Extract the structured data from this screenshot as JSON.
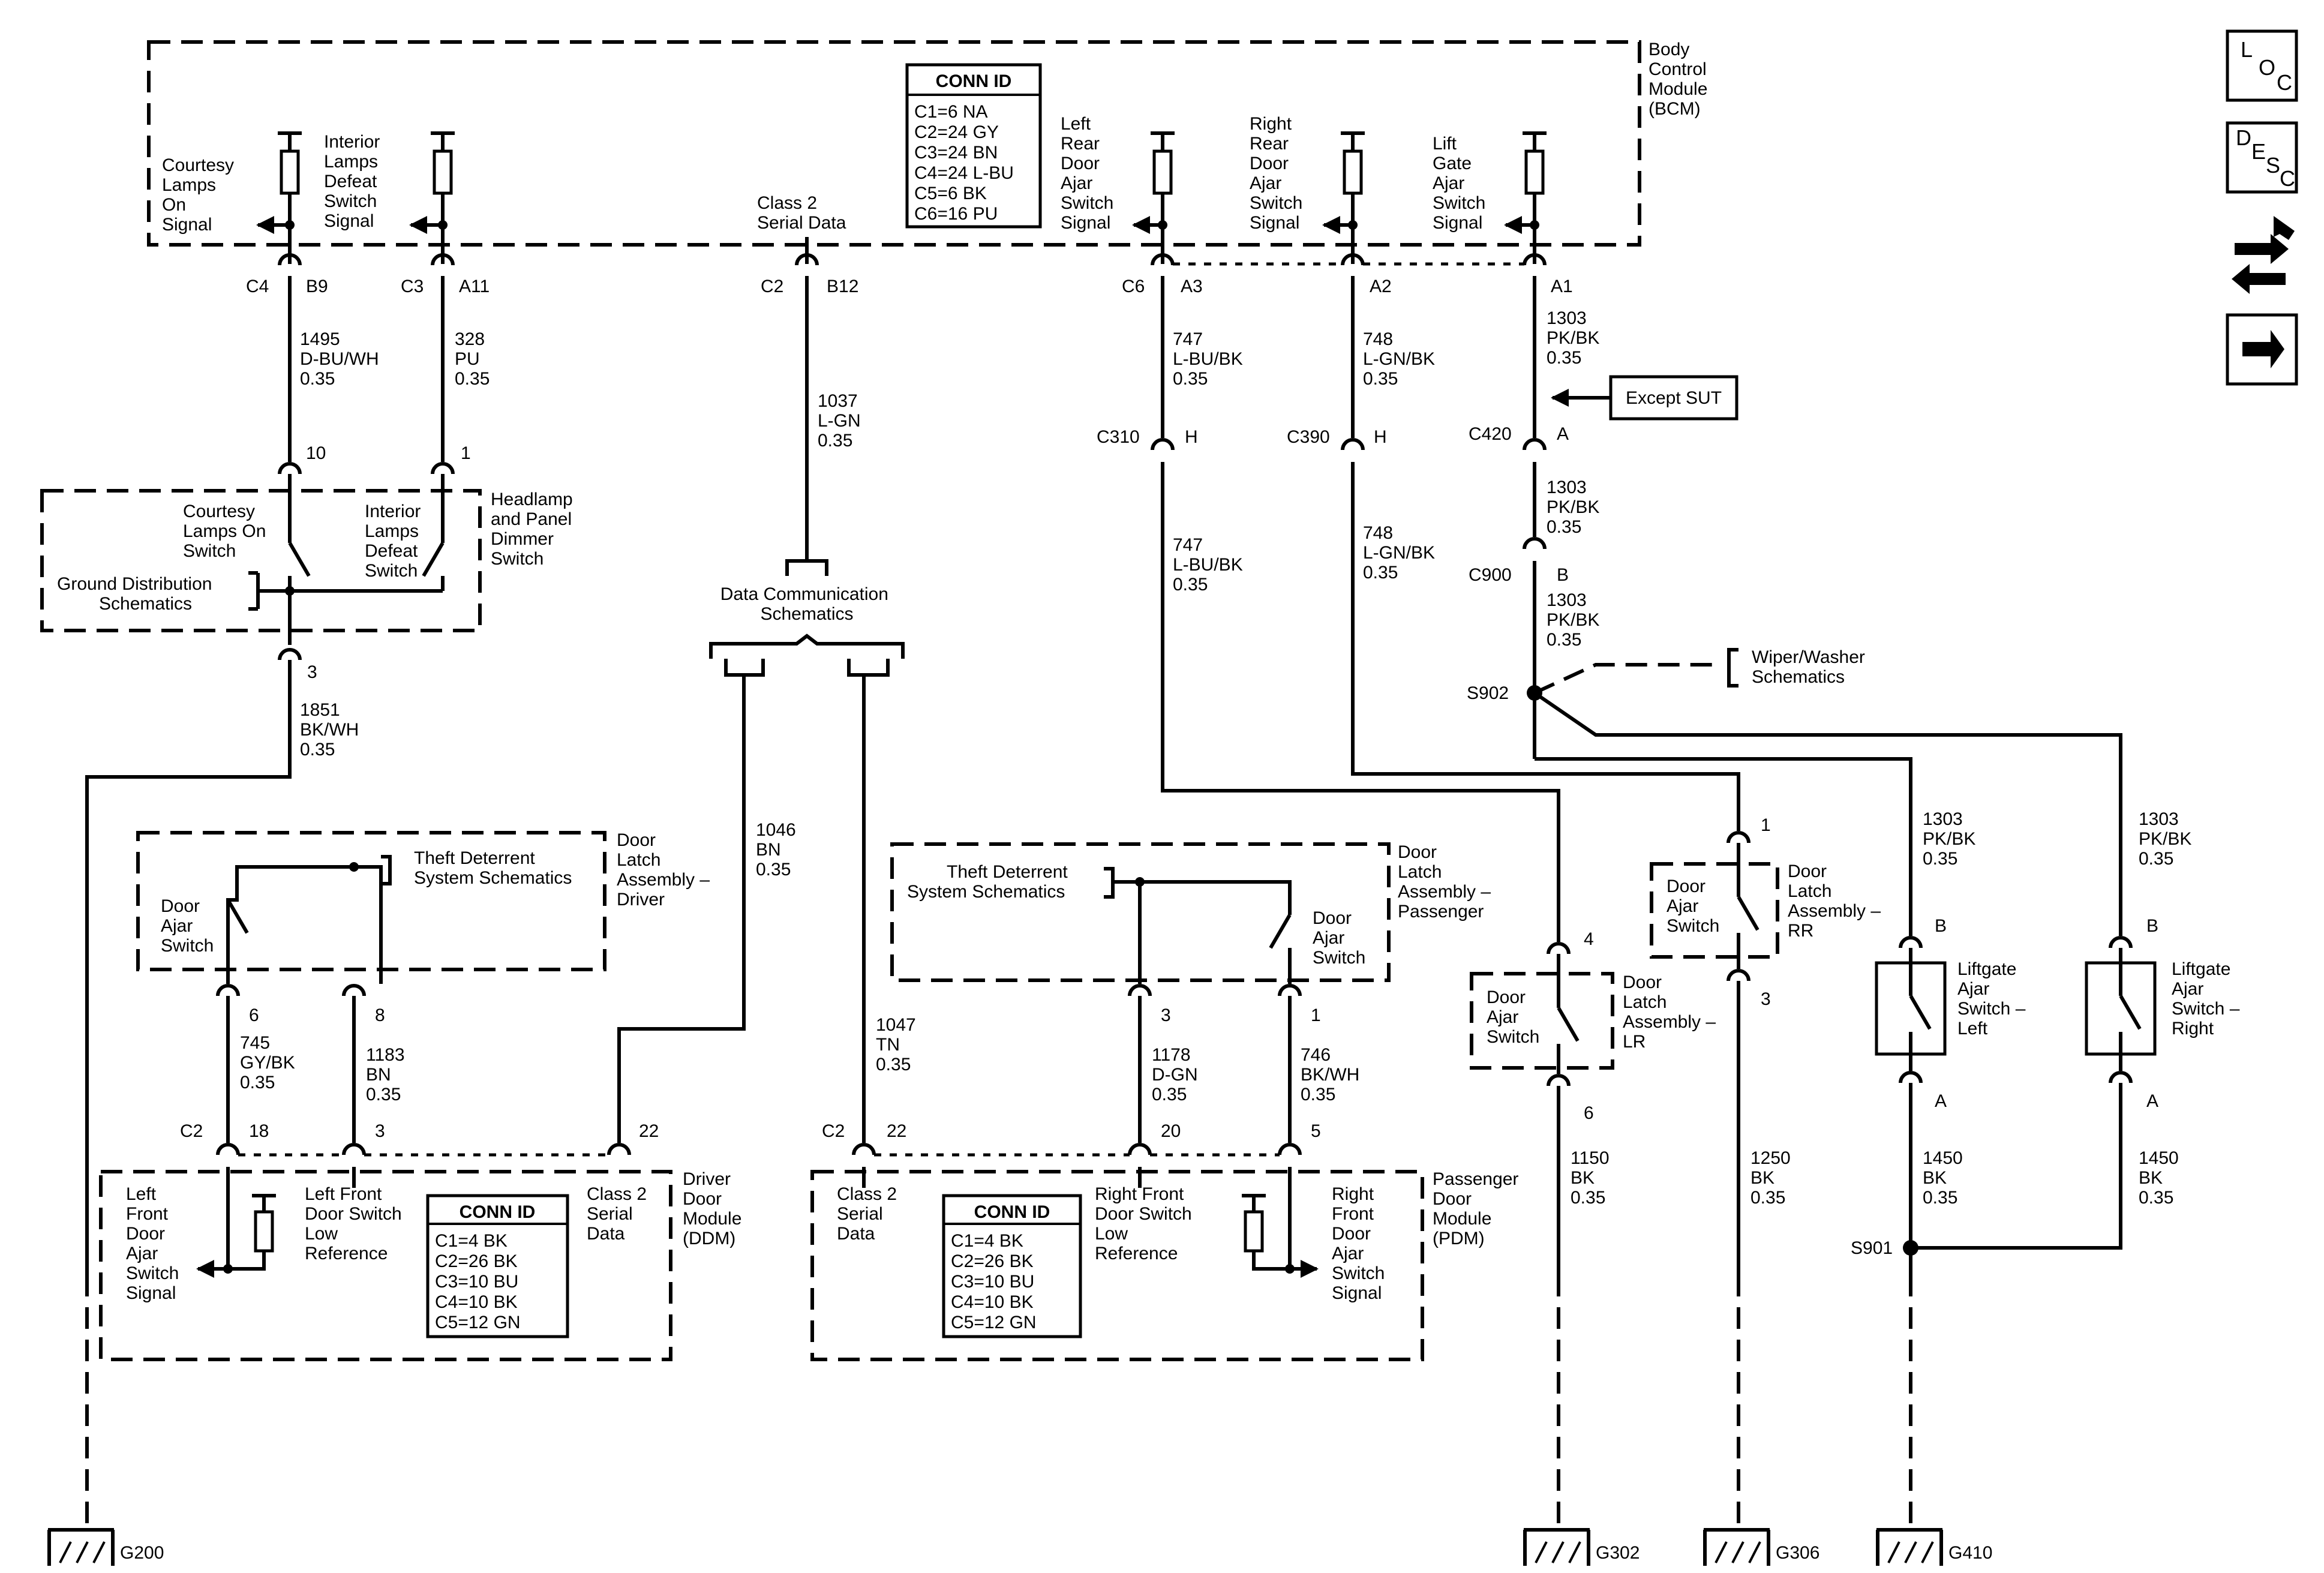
{
  "modules": {
    "bcm": {
      "name": [
        "Body",
        "Control",
        "Module",
        "(BCM)"
      ],
      "conn_title": "CONN ID",
      "conn_rows": [
        "C1=6 NA",
        "C2=24 GY",
        "C3=24 BN",
        "C4=24 L-BU",
        "C5=6 BK",
        "C6=16 PU"
      ]
    },
    "ddm": {
      "name": [
        "Driver",
        "Door",
        "Module",
        "(DDM)"
      ],
      "conn_title": "CONN ID",
      "conn_rows": [
        "C1=4 BK",
        "C2=26 BK",
        "C3=10 BU",
        "C4=10 BK",
        "C5=12 GN"
      ]
    },
    "pdm": {
      "name": [
        "Passenger",
        "Door",
        "Module",
        "(PDM)"
      ],
      "conn_title": "CONN ID",
      "conn_rows": [
        "C1=4 BK",
        "C2=26 BK",
        "C3=10 BU",
        "C4=10 BK",
        "C5=12 GN"
      ]
    },
    "headlamp_switch": {
      "name": [
        "Headlamp",
        "and Panel",
        "Dimmer",
        "Switch"
      ]
    },
    "door_latch_driver": {
      "name": [
        "Door",
        "Latch",
        "Assembly –",
        "Driver"
      ]
    },
    "door_latch_passenger": {
      "name": [
        "Door",
        "Latch",
        "Assembly –",
        "Passenger"
      ]
    },
    "door_latch_lr": {
      "name": [
        "Door",
        "Latch",
        "Assembly –",
        "LR"
      ]
    },
    "door_latch_rr": {
      "name": [
        "Door",
        "Latch",
        "Assembly –",
        "RR"
      ]
    },
    "liftgate_left": {
      "name": [
        "Liftgate",
        "Ajar",
        "Switch –",
        "Left"
      ]
    },
    "liftgate_right": {
      "name": [
        "Liftgate",
        "Ajar",
        "Switch –",
        "Right"
      ]
    }
  },
  "signals": {
    "courtesy": [
      "Courtesy",
      "Lamps",
      "On",
      "Signal"
    ],
    "interior": [
      "Interior",
      "Lamps",
      "Defeat",
      "Switch",
      "Signal"
    ],
    "class2": [
      "Class 2",
      "Serial Data"
    ],
    "lr_ajar": [
      "Left",
      "Rear",
      "Door",
      "Ajar",
      "Switch",
      "Signal"
    ],
    "rr_ajar": [
      "Right",
      "Rear",
      "Door",
      "Ajar",
      "Switch",
      "Signal"
    ],
    "lg_ajar": [
      "Lift",
      "Gate",
      "Ajar",
      "Switch",
      "Signal"
    ],
    "lf_ajar": [
      "Left",
      "Front",
      "Door",
      "Ajar",
      "Switch",
      "Signal"
    ],
    "lf_lowref": [
      "Left Front",
      "Door Switch",
      "Low",
      "Reference"
    ],
    "ddm_class2": [
      "Class 2",
      "Serial",
      "Data"
    ],
    "pdm_class2": [
      "Class 2",
      "Serial",
      "Data"
    ],
    "rf_lowref": [
      "Right Front",
      "Door Switch",
      "Low",
      "Reference"
    ],
    "rf_ajar": [
      "Right",
      "Front",
      "Door",
      "Ajar",
      "Switch",
      "Signal"
    ]
  },
  "switches": {
    "courtesy_sw": [
      "Courtesy",
      "Lamps On",
      "Switch"
    ],
    "interior_sw": [
      "Interior",
      "Lamps",
      "Defeat",
      "Switch"
    ],
    "door_ajar": [
      "Door",
      "Ajar",
      "Switch"
    ]
  },
  "references": {
    "ground_dist": [
      "Ground Distribution",
      "Schematics"
    ],
    "data_comm": [
      "Data Communication",
      "Schematics"
    ],
    "theft": [
      "Theft Deterrent",
      "System Schematics"
    ],
    "wiper": [
      "Wiper/Washer",
      "Schematics"
    ],
    "except_sut": "Except SUT"
  },
  "connectors": {
    "c4": "C4",
    "b9": "B9",
    "c3": "C3",
    "a11": "A11",
    "c2": "C2",
    "b12": "B12",
    "c6": "C6",
    "a3": "A3",
    "a2": "A2",
    "a1": "A1",
    "p10": "10",
    "p1": "1",
    "p3": "3",
    "c310": "C310",
    "h": "H",
    "c390": "C390",
    "c420": "C420",
    "a": "A",
    "c900": "C900",
    "b": "B",
    "p6": "6",
    "p8": "8",
    "p18": "18",
    "p22": "22",
    "p20": "20",
    "p5": "5",
    "p4": "4",
    "B": "B",
    "A": "A"
  },
  "wires": {
    "w1495": [
      "1495",
      "D-BU/WH",
      "0.35"
    ],
    "w328": [
      "328",
      "PU",
      "0.35"
    ],
    "w1037": [
      "1037",
      "L-GN",
      "0.35"
    ],
    "w747": [
      "747",
      "L-BU/BK",
      "0.35"
    ],
    "w748": [
      "748",
      "L-GN/BK",
      "0.35"
    ],
    "w1303": [
      "1303",
      "PK/BK",
      "0.35"
    ],
    "w1851": [
      "1851",
      "BK/WH",
      "0.35"
    ],
    "w1046": [
      "1046",
      "BN",
      "0.35"
    ],
    "w1047": [
      "1047",
      "TN",
      "0.35"
    ],
    "w745": [
      "745",
      "GY/BK",
      "0.35"
    ],
    "w1183": [
      "1183",
      "BN",
      "0.35"
    ],
    "w1178": [
      "1178",
      "D-GN",
      "0.35"
    ],
    "w746": [
      "746",
      "BK/WH",
      "0.35"
    ],
    "w1150": [
      "1150",
      "BK",
      "0.35"
    ],
    "w1250": [
      "1250",
      "BK",
      "0.35"
    ],
    "w1450": [
      "1450",
      "BK",
      "0.35"
    ]
  },
  "splices": {
    "s902": "S902",
    "s901": "S901"
  },
  "grounds": {
    "g200": "G200",
    "g302": "G302",
    "g306": "G306",
    "g410": "G410"
  },
  "icons": {
    "loc": [
      "L",
      "O",
      "C"
    ],
    "desc": [
      "D",
      "E",
      "S",
      "C"
    ]
  }
}
